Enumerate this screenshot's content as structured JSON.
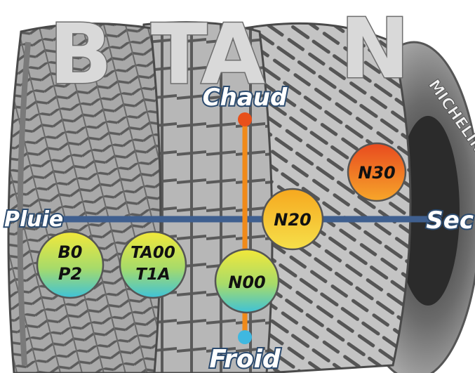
{
  "title_letters": [
    "B",
    "TA",
    "N"
  ],
  "brand": "MICHELIN",
  "axes": {
    "top": "Chaud",
    "bottom": "Froid",
    "left": "Pluie",
    "right": "Sec"
  },
  "compounds": [
    {
      "id": "b0-p2",
      "lines": [
        "B0",
        "P2"
      ],
      "gradient": "cool"
    },
    {
      "id": "ta00-t1a",
      "lines": [
        "TA00",
        "T1A"
      ],
      "gradient": "cool"
    },
    {
      "id": "n00",
      "lines": [
        "N00"
      ],
      "gradient": "cool"
    },
    {
      "id": "n20",
      "lines": [
        "N20"
      ],
      "gradient": "warm"
    },
    {
      "id": "n30",
      "lines": [
        "N30"
      ],
      "gradient": "hot"
    }
  ],
  "colors": {
    "horizontal_axis": "#3f5f8f",
    "vertical_axis": "#f08a1a",
    "hot_marker": "#e8501a",
    "cold_marker": "#3fb8e0"
  }
}
